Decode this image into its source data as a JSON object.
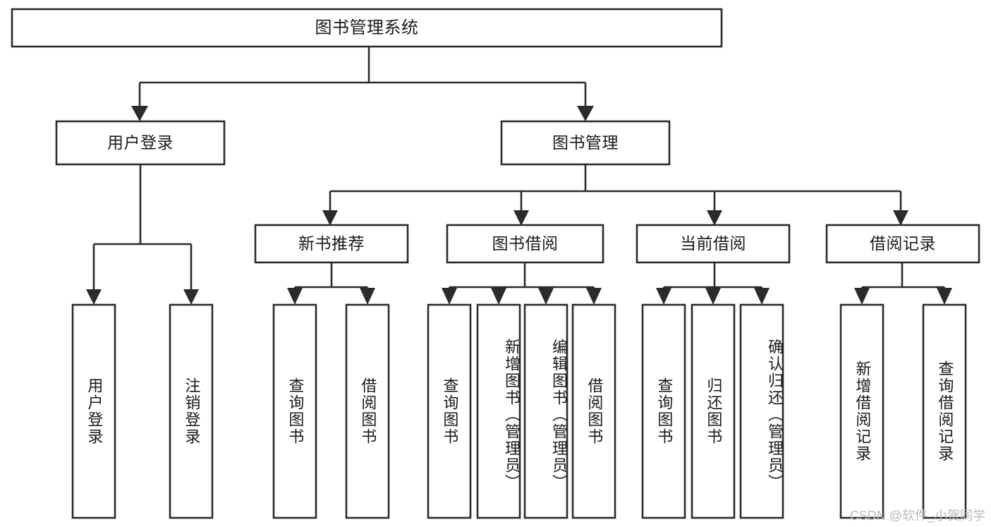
{
  "diagram": {
    "type": "hierarchy-tree",
    "title": "图书管理系统",
    "watermark": "CSDN @软件_小贺同学",
    "levels": 4,
    "nodes": {
      "root": {
        "label": "图书管理系统"
      },
      "level2": [
        {
          "id": "user-login",
          "label": "用户登录"
        },
        {
          "id": "book-manage",
          "label": "图书管理"
        }
      ],
      "level3": [
        {
          "id": "new-book-rec",
          "label": "新书推荐"
        },
        {
          "id": "book-borrow",
          "label": "图书借阅"
        },
        {
          "id": "current-borrow",
          "label": "当前借阅"
        },
        {
          "id": "borrow-record",
          "label": "借阅记录"
        }
      ],
      "leaves": {
        "user_login": [
          {
            "id": "leaf-user-login",
            "label": "用户登录"
          },
          {
            "id": "leaf-logout-login",
            "label": "注销登录"
          }
        ],
        "new_book_rec": [
          {
            "id": "leaf-query-book-1",
            "label": "查询图书"
          },
          {
            "id": "leaf-borrow-book-1",
            "label": "借阅图书"
          }
        ],
        "book_borrow": [
          {
            "id": "leaf-query-book-2",
            "label": "查询图书"
          },
          {
            "id": "leaf-add-book",
            "label": "新增图书（管理员）"
          },
          {
            "id": "leaf-edit-book",
            "label": "编辑图书（管理员）"
          },
          {
            "id": "leaf-borrow-book-2",
            "label": "借阅图书"
          }
        ],
        "current_borrow": [
          {
            "id": "leaf-query-book-3",
            "label": "查询图书"
          },
          {
            "id": "leaf-return-book",
            "label": "归还图书"
          },
          {
            "id": "leaf-confirm-return",
            "label": "确认归还（管理员）"
          }
        ],
        "borrow_record": [
          {
            "id": "leaf-add-record",
            "label": "新增借阅记录"
          },
          {
            "id": "leaf-query-record",
            "label": "查询借阅记录"
          }
        ]
      }
    },
    "colors": {
      "box_stroke": "#2b2b2b",
      "box_fill": "#ffffff",
      "text": "#1a1a1a",
      "connector": "#2b2b2b",
      "watermark": "#b9b9b9",
      "background": "#ffffff"
    }
  }
}
